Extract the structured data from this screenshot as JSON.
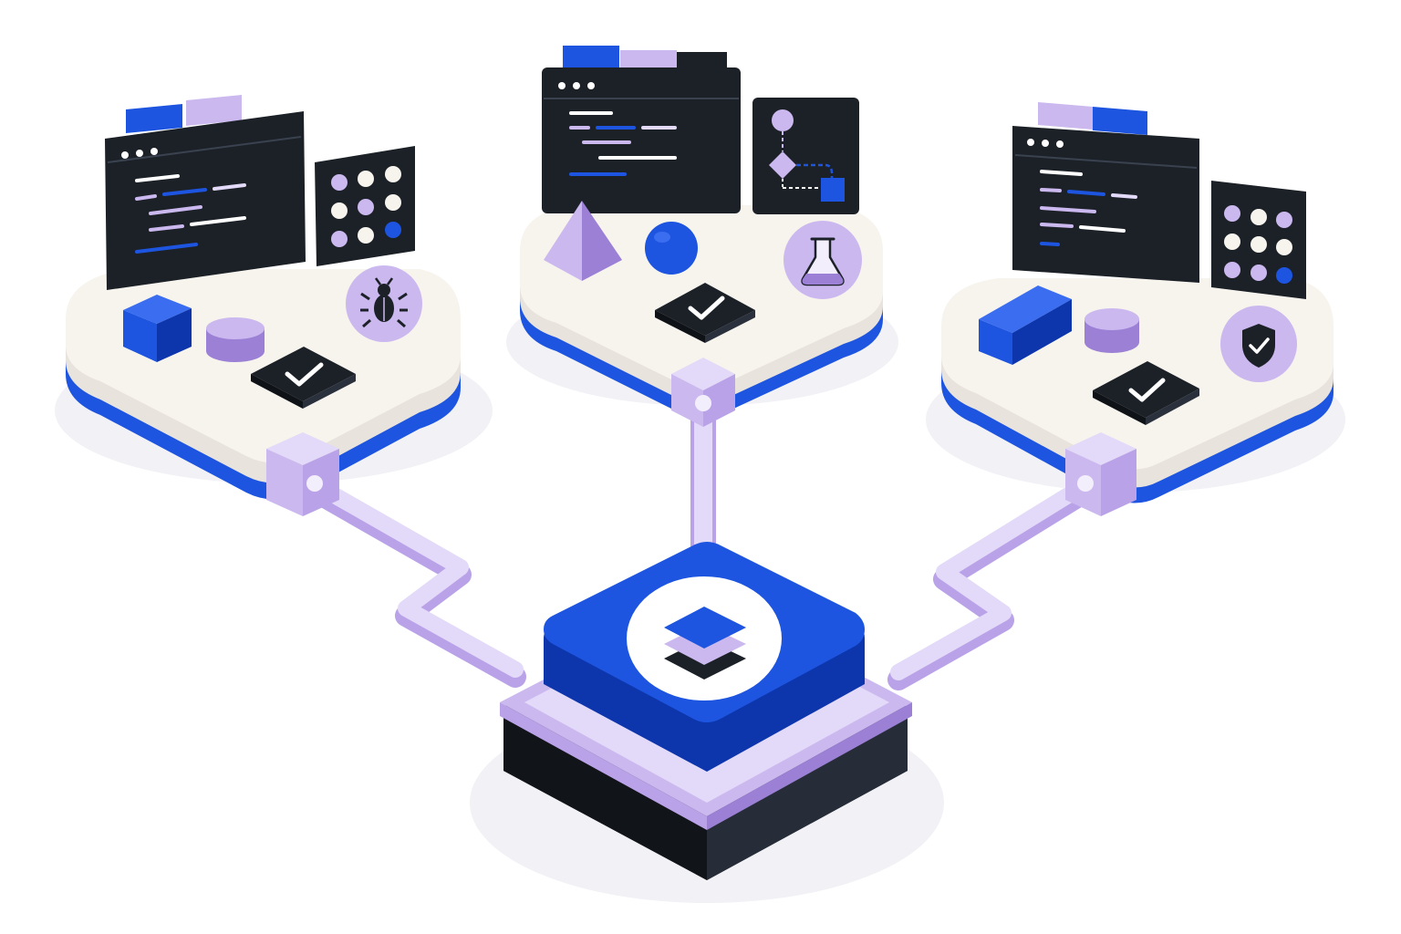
{
  "colors": {
    "background": "#ffffff",
    "accent_blue": "#1d55e0",
    "accent_blue_dark": "#0d36ad",
    "lavender": "#cbb8ef",
    "lavender_light": "#e3d9f8",
    "purple": "#9b80d6",
    "dark": "#1c2128",
    "dark_side": "#262d38",
    "cream": "#f7f4ee",
    "cream_side": "#e8e3dc"
  },
  "central_hub": {
    "icon": "layers-icon"
  },
  "platforms": [
    {
      "id": "left",
      "windows": [
        "code-window"
      ],
      "panel": "dots-grid-panel",
      "badge_icon": "bug-icon",
      "objects": [
        "cube",
        "cylinder",
        "check-tile"
      ]
    },
    {
      "id": "center",
      "windows": [
        "code-window"
      ],
      "panel": "flowchart-panel",
      "badge_icon": "flask-icon",
      "objects": [
        "pyramid",
        "sphere",
        "check-tile"
      ]
    },
    {
      "id": "right",
      "windows": [
        "code-window"
      ],
      "panel": "dots-grid-panel",
      "badge_icon": "shield-check-icon",
      "objects": [
        "cuboid",
        "cylinder",
        "check-tile"
      ]
    }
  ],
  "connectors": [
    "left-to-hub",
    "center-to-hub",
    "right-to-hub"
  ]
}
